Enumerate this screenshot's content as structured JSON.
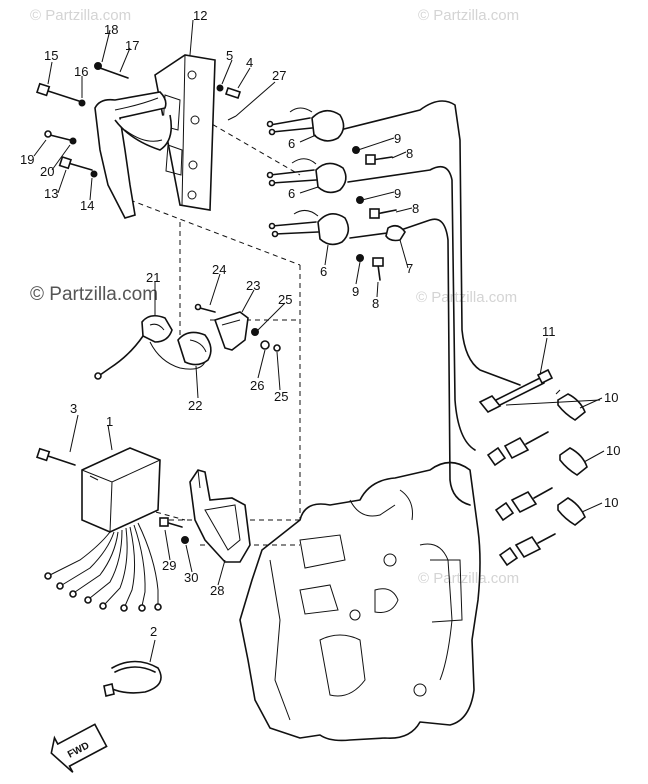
{
  "watermarks": [
    {
      "id": "wm-top-left",
      "text": "© Partzilla.com",
      "style": "light"
    },
    {
      "id": "wm-top-right",
      "text": "© Partzilla.com",
      "style": "light"
    },
    {
      "id": "wm-mid-left",
      "text": "© Partzilla.com",
      "style": "dark"
    },
    {
      "id": "wm-mid-right",
      "text": "© Partzilla.com",
      "style": "light"
    },
    {
      "id": "wm-bottom-right",
      "text": "© Partzilla.com",
      "style": "light"
    }
  ],
  "callouts": [
    "18",
    "17",
    "12",
    "15",
    "16",
    "5",
    "4",
    "27",
    "19",
    "20",
    "13",
    "14",
    "9",
    "8",
    "6",
    "9",
    "6",
    "8",
    "7",
    "6",
    "9",
    "8",
    "21",
    "24",
    "23",
    "25",
    "26",
    "25",
    "22",
    "11",
    "3",
    "1",
    "10",
    "10",
    "10",
    "29",
    "30",
    "28",
    "2"
  ],
  "fwd_label": "FWD"
}
